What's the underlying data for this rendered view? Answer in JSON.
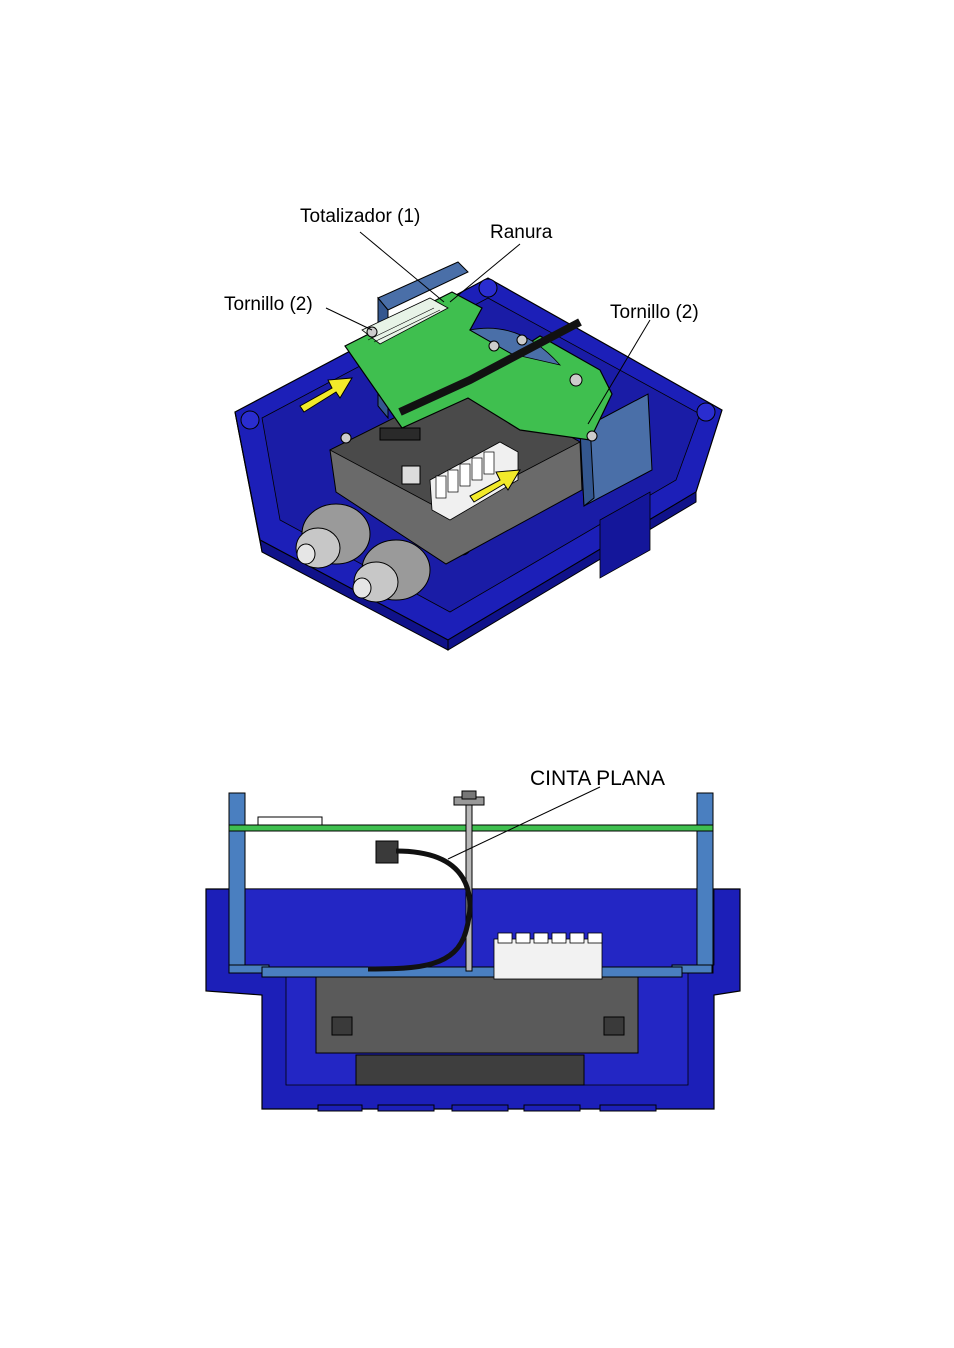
{
  "figure_top": {
    "labels": {
      "totalizer": "Totalizador (1)",
      "slot": "Ranura",
      "screw_left": "Tornillo (2)",
      "screw_right": "Tornillo (2)"
    },
    "colors": {
      "enclosure": "#1c1fb8",
      "enclosure_dark": "#10128a",
      "pcb": "#3fbf4f",
      "bracket": "#4a6fa8",
      "arrow": "#f2ea2a",
      "gland": "#b9b9b9"
    }
  },
  "figure_bottom": {
    "labels": {
      "flat_cable": "CINTA PLANA"
    },
    "colors": {
      "enclosure": "#1c1fb8",
      "pcb": "#3fbf4f",
      "bracket": "#4a7fc0",
      "module": "#5a5a5a",
      "cable": "#111111"
    }
  }
}
